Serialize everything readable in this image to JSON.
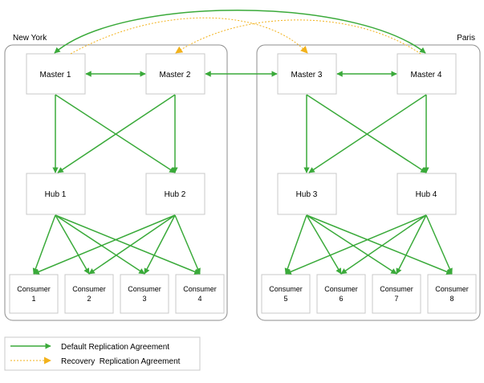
{
  "colors": {
    "default": "#3aaa3a",
    "recovery": "#f2b21b"
  },
  "sites": {
    "left": {
      "label": "New York"
    },
    "right": {
      "label": "Paris"
    }
  },
  "nodes": {
    "master1": {
      "label": "Master 1"
    },
    "master2": {
      "label": "Master 2"
    },
    "master3": {
      "label": "Master 3"
    },
    "master4": {
      "label": "Master 4"
    },
    "hub1": {
      "label": "Hub 1"
    },
    "hub2": {
      "label": "Hub 2"
    },
    "hub3": {
      "label": "Hub 3"
    },
    "hub4": {
      "label": "Hub 4"
    },
    "consumer1": {
      "label": "Consumer",
      "num": "1"
    },
    "consumer2": {
      "label": "Consumer",
      "num": "2"
    },
    "consumer3": {
      "label": "Consumer",
      "num": "3"
    },
    "consumer4": {
      "label": "Consumer",
      "num": "4"
    },
    "consumer5": {
      "label": "Consumer",
      "num": "5"
    },
    "consumer6": {
      "label": "Consumer",
      "num": "6"
    },
    "consumer7": {
      "label": "Consumer",
      "num": "7"
    },
    "consumer8": {
      "label": "Consumer",
      "num": "8"
    }
  },
  "legend": {
    "default_label": "Default Replication Agreement",
    "recovery_label": "Recovery  Replication Agreement"
  }
}
